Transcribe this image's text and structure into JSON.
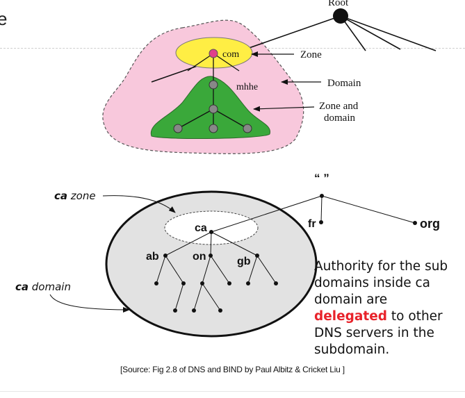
{
  "top_diagram": {
    "root_label": "Root",
    "com_label": "com",
    "mhhe_label": "mhhe",
    "zone_callout": "Zone",
    "domain_callout": "Domain",
    "zone_and_domain_callout": [
      "Zone and",
      "domain"
    ],
    "colors": {
      "domain_fill": "#f8c8dc",
      "zone_fill": "#ffee44",
      "subzone_fill": "#3aa83a",
      "node_gray": "#888888",
      "com_node": "#e0408a"
    }
  },
  "bottom_diagram": {
    "root_label": "“ ”",
    "ca_zone_label": {
      "italic_bold": "ca",
      "rest": " zone"
    },
    "ca_domain_label": {
      "italic_bold": "ca",
      "rest": " domain"
    },
    "nodes": {
      "ca": "ca",
      "ab": "ab",
      "on": "on",
      "gb": "gb",
      "fr": "fr",
      "org": "org"
    },
    "colors": {
      "domain_fill": "#e2e2e2"
    }
  },
  "description": {
    "before": "Authority for the sub domains inside ca domain are ",
    "highlight": "delegated",
    "after": " to other DNS servers in the subdomain."
  },
  "source_note": "[Source: Fig 2.8 of  DNS and BIND by Paul Albitz & Cricket Liu ]",
  "corner_fragment": "e"
}
